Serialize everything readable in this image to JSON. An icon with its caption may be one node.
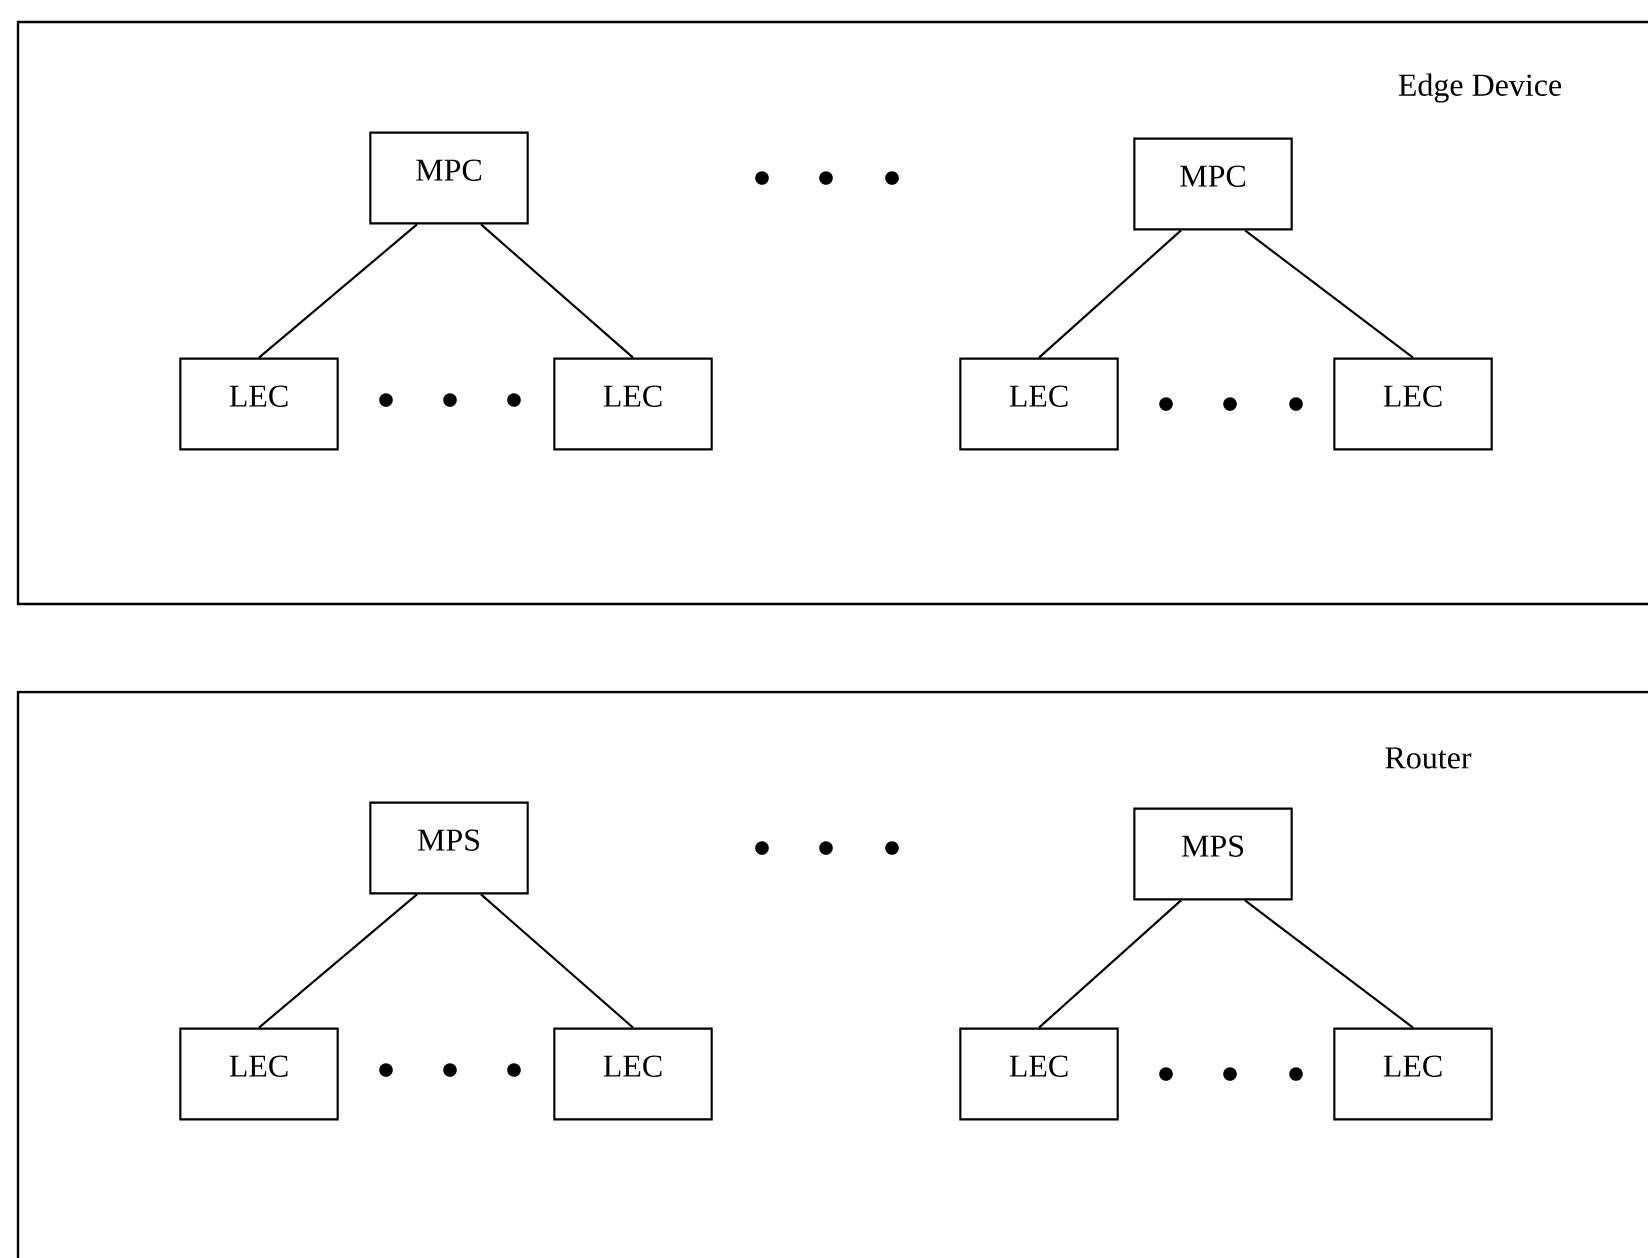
{
  "diagram": {
    "nodes": [
      {
        "text": [
          "Edge Device"
        ]
      },
      {
        "text": [
          "MPC"
        ],
        "in": 0
      },
      {
        "text": [
          "LEC"
        ],
        "in": 0
      },
      {
        "text": [
          "LEC"
        ],
        "in": 0
      },
      {
        "text": [
          "MPC"
        ],
        "in": 0
      },
      {
        "text": [
          "LEC"
        ],
        "in": 0
      },
      {
        "text": [
          "LEC"
        ],
        "in": 0
      },
      {
        "text": [
          "Router"
        ]
      },
      {
        "text": [
          "MPS"
        ],
        "in": 7
      },
      {
        "text": [
          "LEC"
        ],
        "in": 7
      },
      {
        "text": [
          "LEC"
        ],
        "in": 7
      },
      {
        "text": [
          "MPS"
        ],
        "in": 7
      },
      {
        "text": [
          "LEC"
        ],
        "in": 7
      },
      {
        "text": [
          "LEC"
        ],
        "in": 7
      }
    ],
    "edges": [
      {
        "from": 1,
        "to": 2,
        "arrow": "none"
      },
      {
        "from": 1,
        "to": 3,
        "arrow": "none"
      },
      {
        "from": 4,
        "to": 5,
        "arrow": "none"
      },
      {
        "from": 4,
        "to": 6,
        "arrow": "none"
      },
      {
        "from": 8,
        "to": 9,
        "arrow": "none"
      },
      {
        "from": 8,
        "to": 10,
        "arrow": "none"
      },
      {
        "from": 11,
        "to": 12,
        "arrow": "none"
      },
      {
        "from": 11,
        "to": 13,
        "arrow": "none"
      }
    ]
  }
}
